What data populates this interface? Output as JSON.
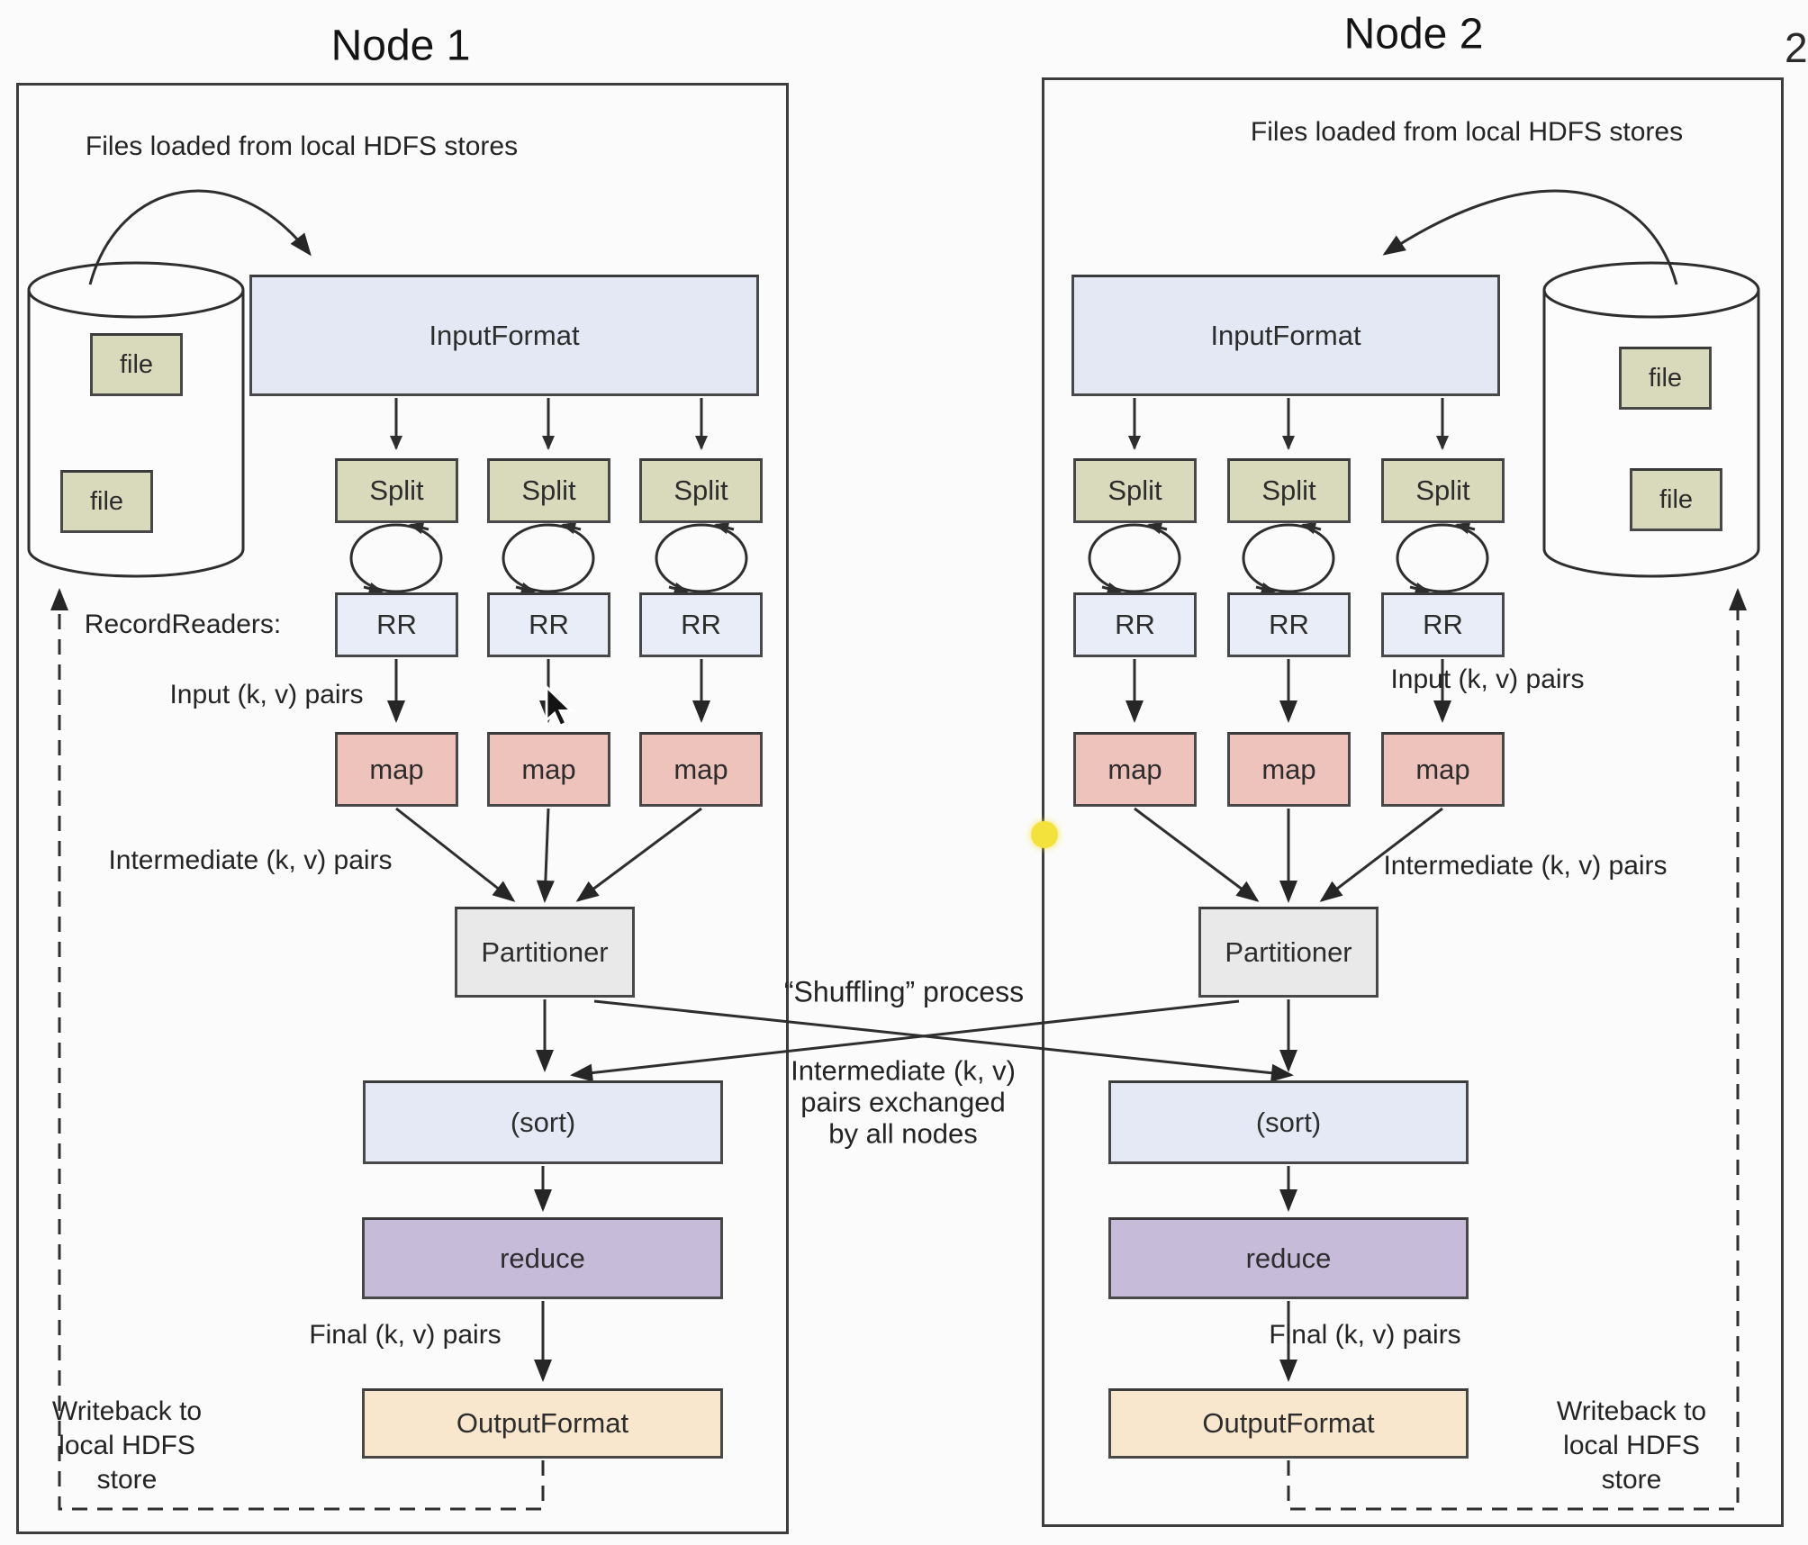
{
  "icons": {
    "mouse_cursor": "mouse-pointer-icon",
    "pointer_dot": "yellow-highlight-dot"
  },
  "colors": {
    "background": "#fbfbfb",
    "line": "#2c2c2c",
    "input_format_fill": "#e3e8f4",
    "split_fill": "#d9dabb",
    "record_reader_fill": "#e9edf7",
    "map_fill": "#eec3bb",
    "partitioner_fill": "#e9e9e9",
    "sort_fill": "#e4e9f5",
    "reduce_fill": "#c6bcd9",
    "output_format_fill": "#f8e6cd",
    "file_fill": "#d9dabb",
    "pointer_dot": "#f3e23c"
  },
  "node1": {
    "title": "Node 1",
    "files_loaded_label": "Files loaded from local HDFS stores",
    "record_readers_label": "RecordReaders:",
    "input_pairs_label": "Input (k, v) pairs",
    "intermediate_pairs_label": "Intermediate (k, v) pairs",
    "final_pairs_label": "Final (k, v) pairs",
    "writeback_label": "Writeback to\nlocal HDFS\nstore",
    "input_format": "InputFormat",
    "splits": [
      "Split",
      "Split",
      "Split"
    ],
    "record_readers": [
      "RR",
      "RR",
      "RR"
    ],
    "maps": [
      "map",
      "map",
      "map"
    ],
    "partitioner": "Partitioner",
    "sort": "(sort)",
    "reduce": "reduce",
    "output_format": "OutputFormat",
    "files": [
      "file",
      "file"
    ]
  },
  "node2": {
    "title": "Node 2",
    "files_loaded_label": "Files loaded from local HDFS stores",
    "input_pairs_label": "Input (k, v) pairs",
    "intermediate_pairs_label": "Intermediate (k, v) pairs",
    "final_pairs_label": "Final (k, v) pairs",
    "writeback_label": "Writeback to\nlocal HDFS\nstore",
    "input_format": "InputFormat",
    "splits": [
      "Split",
      "Split",
      "Split"
    ],
    "record_readers": [
      "RR",
      "RR",
      "RR"
    ],
    "maps": [
      "map",
      "map",
      "map"
    ],
    "partitioner": "Partitioner",
    "sort": "(sort)",
    "reduce": "reduce",
    "output_format": "OutputFormat",
    "files": [
      "file",
      "file"
    ]
  },
  "middle": {
    "shuffling_label": "“Shuffling” process",
    "exchange_label": "Intermediate (k, v)\npairs exchanged\nby all nodes"
  },
  "corner_fragment": "2"
}
